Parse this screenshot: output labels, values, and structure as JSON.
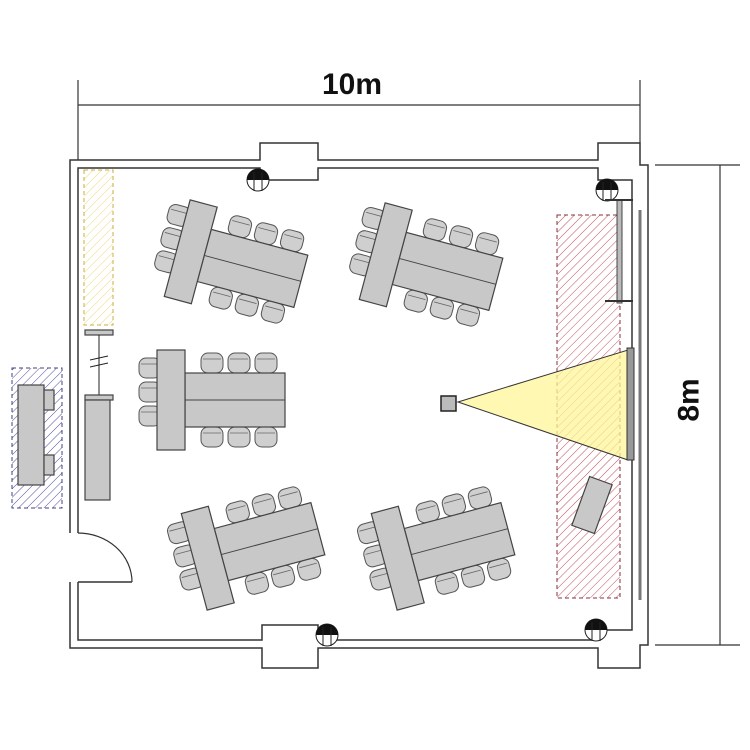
{
  "dimensions": {
    "width_label": "10m",
    "height_label": "8m"
  },
  "colors": {
    "furniture": "#c8c8c8",
    "stage_hatch": "#c0505a",
    "storage_hatch": "#e8d870",
    "outside_hatch": "#5050a0",
    "projection": "#fff59a"
  },
  "tables": [
    {
      "name": "table-group-top-left",
      "rotation_deg": 15
    },
    {
      "name": "table-group-top-right",
      "rotation_deg": 15
    },
    {
      "name": "table-group-middle-left",
      "rotation_deg": 0
    },
    {
      "name": "table-group-bottom-left",
      "rotation_deg": -15
    },
    {
      "name": "table-group-bottom-right",
      "rotation_deg": -15
    }
  ]
}
